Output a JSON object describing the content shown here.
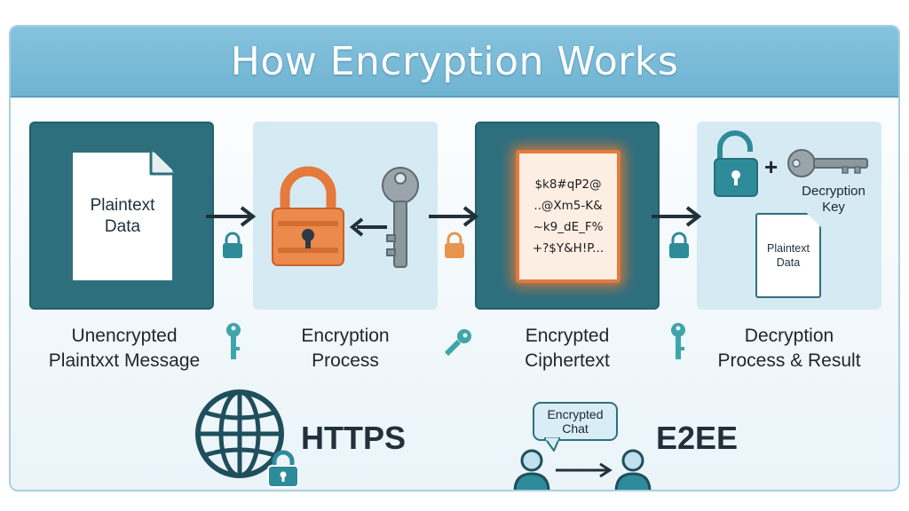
{
  "title": "How Encryption Works",
  "colors": {
    "header": "#6fb3d2",
    "dark_panel": "#2e6f7e",
    "light_panel": "#d6eaf3",
    "lock_orange": "#e47a3c",
    "teal": "#2e8b9a",
    "text": "#1d2530"
  },
  "steps": [
    {
      "label": "Unencrypted\nPlaintxxt Message",
      "document_text": "Plaintext\nData",
      "icons": [
        "document-icon"
      ]
    },
    {
      "label": "Encryption\nProcess",
      "icons": [
        "padlock-icon",
        "key-icon",
        "left-arrow-icon"
      ]
    },
    {
      "label": "Encrypted\nCiphertext",
      "document_text": "$k8#qP2@\n..@Xm5-K&\n~k9_dE_F%\n+?$Y&H!P...",
      "icons": [
        "glowing-document-icon"
      ]
    },
    {
      "label": "Decryption\nProcess & Result",
      "key_caption": "Decryption\nKey",
      "plus_sign": "+",
      "document_text": "Plaintext\nData",
      "icons": [
        "unlocked-padlock-icon",
        "key-icon",
        "document-icon"
      ]
    }
  ],
  "connectors": [
    {
      "arrow": "right-arrow-icon",
      "lock": "small-lock-icon",
      "key": "small-key-icon"
    },
    {
      "arrow": "right-arrow-icon",
      "lock": "small-lock-icon",
      "key": "small-key-icon"
    },
    {
      "arrow": "right-arrow-icon",
      "lock": "small-lock-icon",
      "key": "small-key-icon"
    }
  ],
  "bottom": {
    "https_label": "HTTPS",
    "e2ee_label": "E2EE",
    "chat_bubble": "Encrypted\nChat",
    "icons": [
      "globe-icon",
      "lock-badge-icon",
      "user-icon",
      "chat-bubble-icon",
      "right-arrow-icon"
    ]
  }
}
